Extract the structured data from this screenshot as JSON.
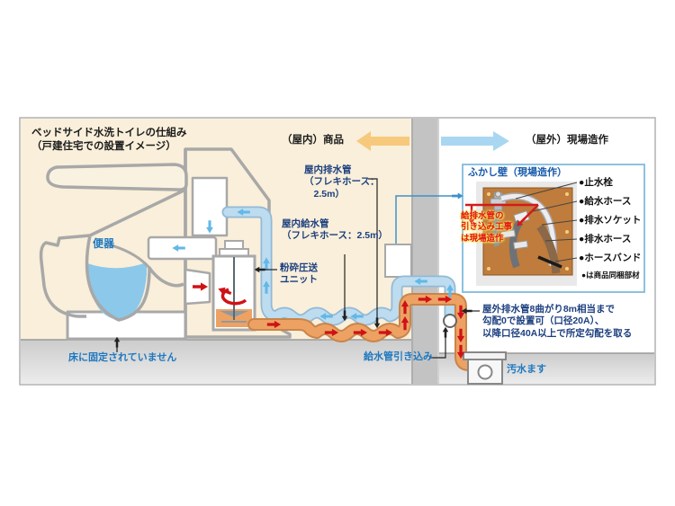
{
  "diagram": {
    "title": "ベッドサイド水洗トイレの仕組み\n（戸建住宅での設置イメージ）",
    "indoor_zone_label": "（屋内）商品",
    "outdoor_zone_label": "（屋外）現場造作",
    "toilet_label": "便器",
    "floor_note": "床に固定されていません",
    "grinder_label": "粉砕圧送\nユニット",
    "indoor_drain_label": "屋内排水管\n（フレキホース：\n　2.5m）",
    "indoor_supply_label": "屋内給水管\n（フレキホース：2.5m）",
    "supply_inlet_label": "給水管引き込み",
    "outdoor_drain_note": "屋外排水管8曲がり8m相当まで\n勾配0で設置可（口径20A）、\n以降口径40A以上で所定勾配を取る",
    "sewage_basin_label": "汚水ます"
  },
  "detail_panel": {
    "title": "ふかし壁（現場造作）",
    "red_note": "給排水管の\n引き込み工事\nは現場造作",
    "parts": [
      "●止水栓",
      "●給水ホース",
      "●排水ソケット",
      "●排水ホース",
      "●ホースバンド"
    ],
    "footnote": "●は商品同梱部材"
  },
  "colors": {
    "indoor_bg": "#f9efda",
    "wall_gray": "#c3c3c3",
    "supply_pipe_blue": "#bddcf0",
    "drain_pipe_orange": "#eda263",
    "flow_arrow_red": "#cf1216",
    "flow_arrow_blue": "#62b8e6",
    "zone_arrow_orange": "#f7c97d",
    "zone_arrow_blue": "#a9d7f1",
    "label_navy": "#1c3f7f",
    "label_blue": "#1e78c0",
    "panel_border": "#80bcdc",
    "wood_brown": "#bf7c3c"
  }
}
